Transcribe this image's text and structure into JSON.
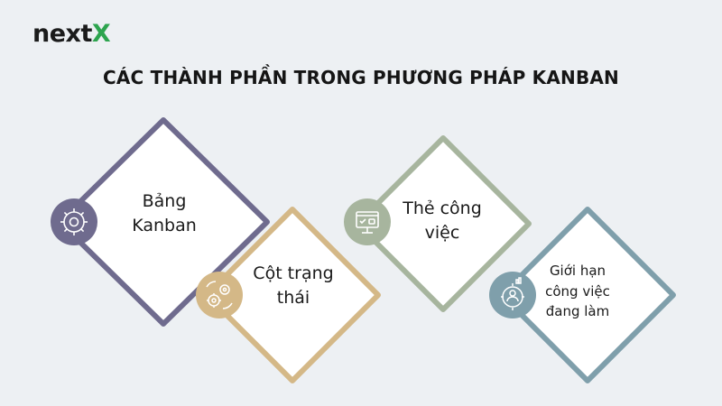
{
  "brand": {
    "name": "next",
    "accent_letter": "X",
    "accent_color": "#2da44e"
  },
  "title": "CÁC THÀNH PHẦN TRONG PHƯƠNG PHÁP KANBAN",
  "components": [
    {
      "lines": [
        "Bảng",
        "Kanban"
      ],
      "icon": "settings-gear-icon",
      "color": "#6f6b8e"
    },
    {
      "lines": [
        "Cột trạng",
        "thái"
      ],
      "icon": "workflow-gears-icon",
      "color": "#d4b887"
    },
    {
      "lines": [
        "Thẻ công",
        "việc"
      ],
      "icon": "task-card-icon",
      "color": "#a7b59e"
    },
    {
      "lines": [
        "Giới hạn",
        "công việc",
        "đang làm"
      ],
      "icon": "limit-person-gear-icon",
      "color": "#7f9fab"
    }
  ]
}
